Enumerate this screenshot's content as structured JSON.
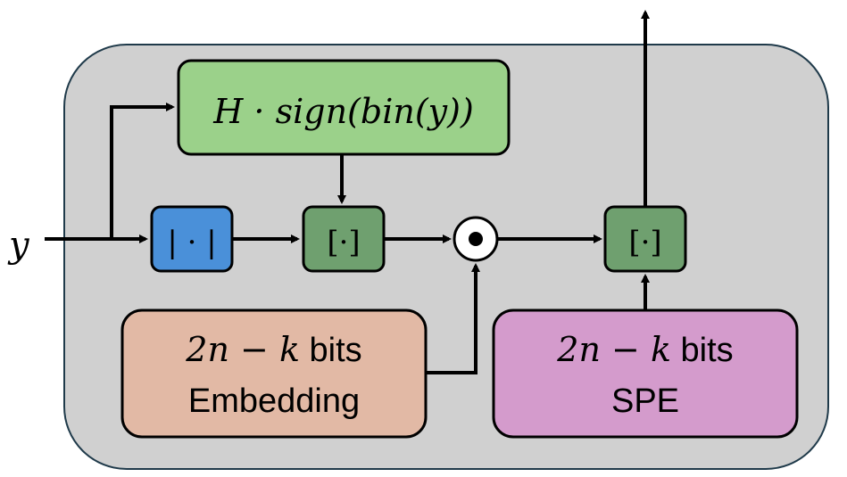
{
  "input_label": "y",
  "blocks": {
    "h_sign": {
      "label": "H · sign(bin(y))"
    },
    "abs": {
      "label": "| · |"
    },
    "bracket_1": {
      "label": "[·]"
    },
    "multiply": {
      "symbol": "⊙"
    },
    "bracket_2": {
      "label": "[·]"
    },
    "embedding": {
      "line1_math": "2n − k",
      "line1_text": " bits",
      "line2": "Embedding"
    },
    "spe": {
      "line1_math": "2n − k",
      "line1_text": " bits",
      "line2": "SPE"
    }
  },
  "colors": {
    "container_fill": "#d0d0d0",
    "container_stroke": "#1f3a4a",
    "h_sign_fill": "#9bd18a",
    "abs_fill": "#4a90d9",
    "bracket_fill": "#6fa06f",
    "embedding_fill": "#e2b9a5",
    "spe_fill": "#d49bcc",
    "arrow": "#000000"
  }
}
